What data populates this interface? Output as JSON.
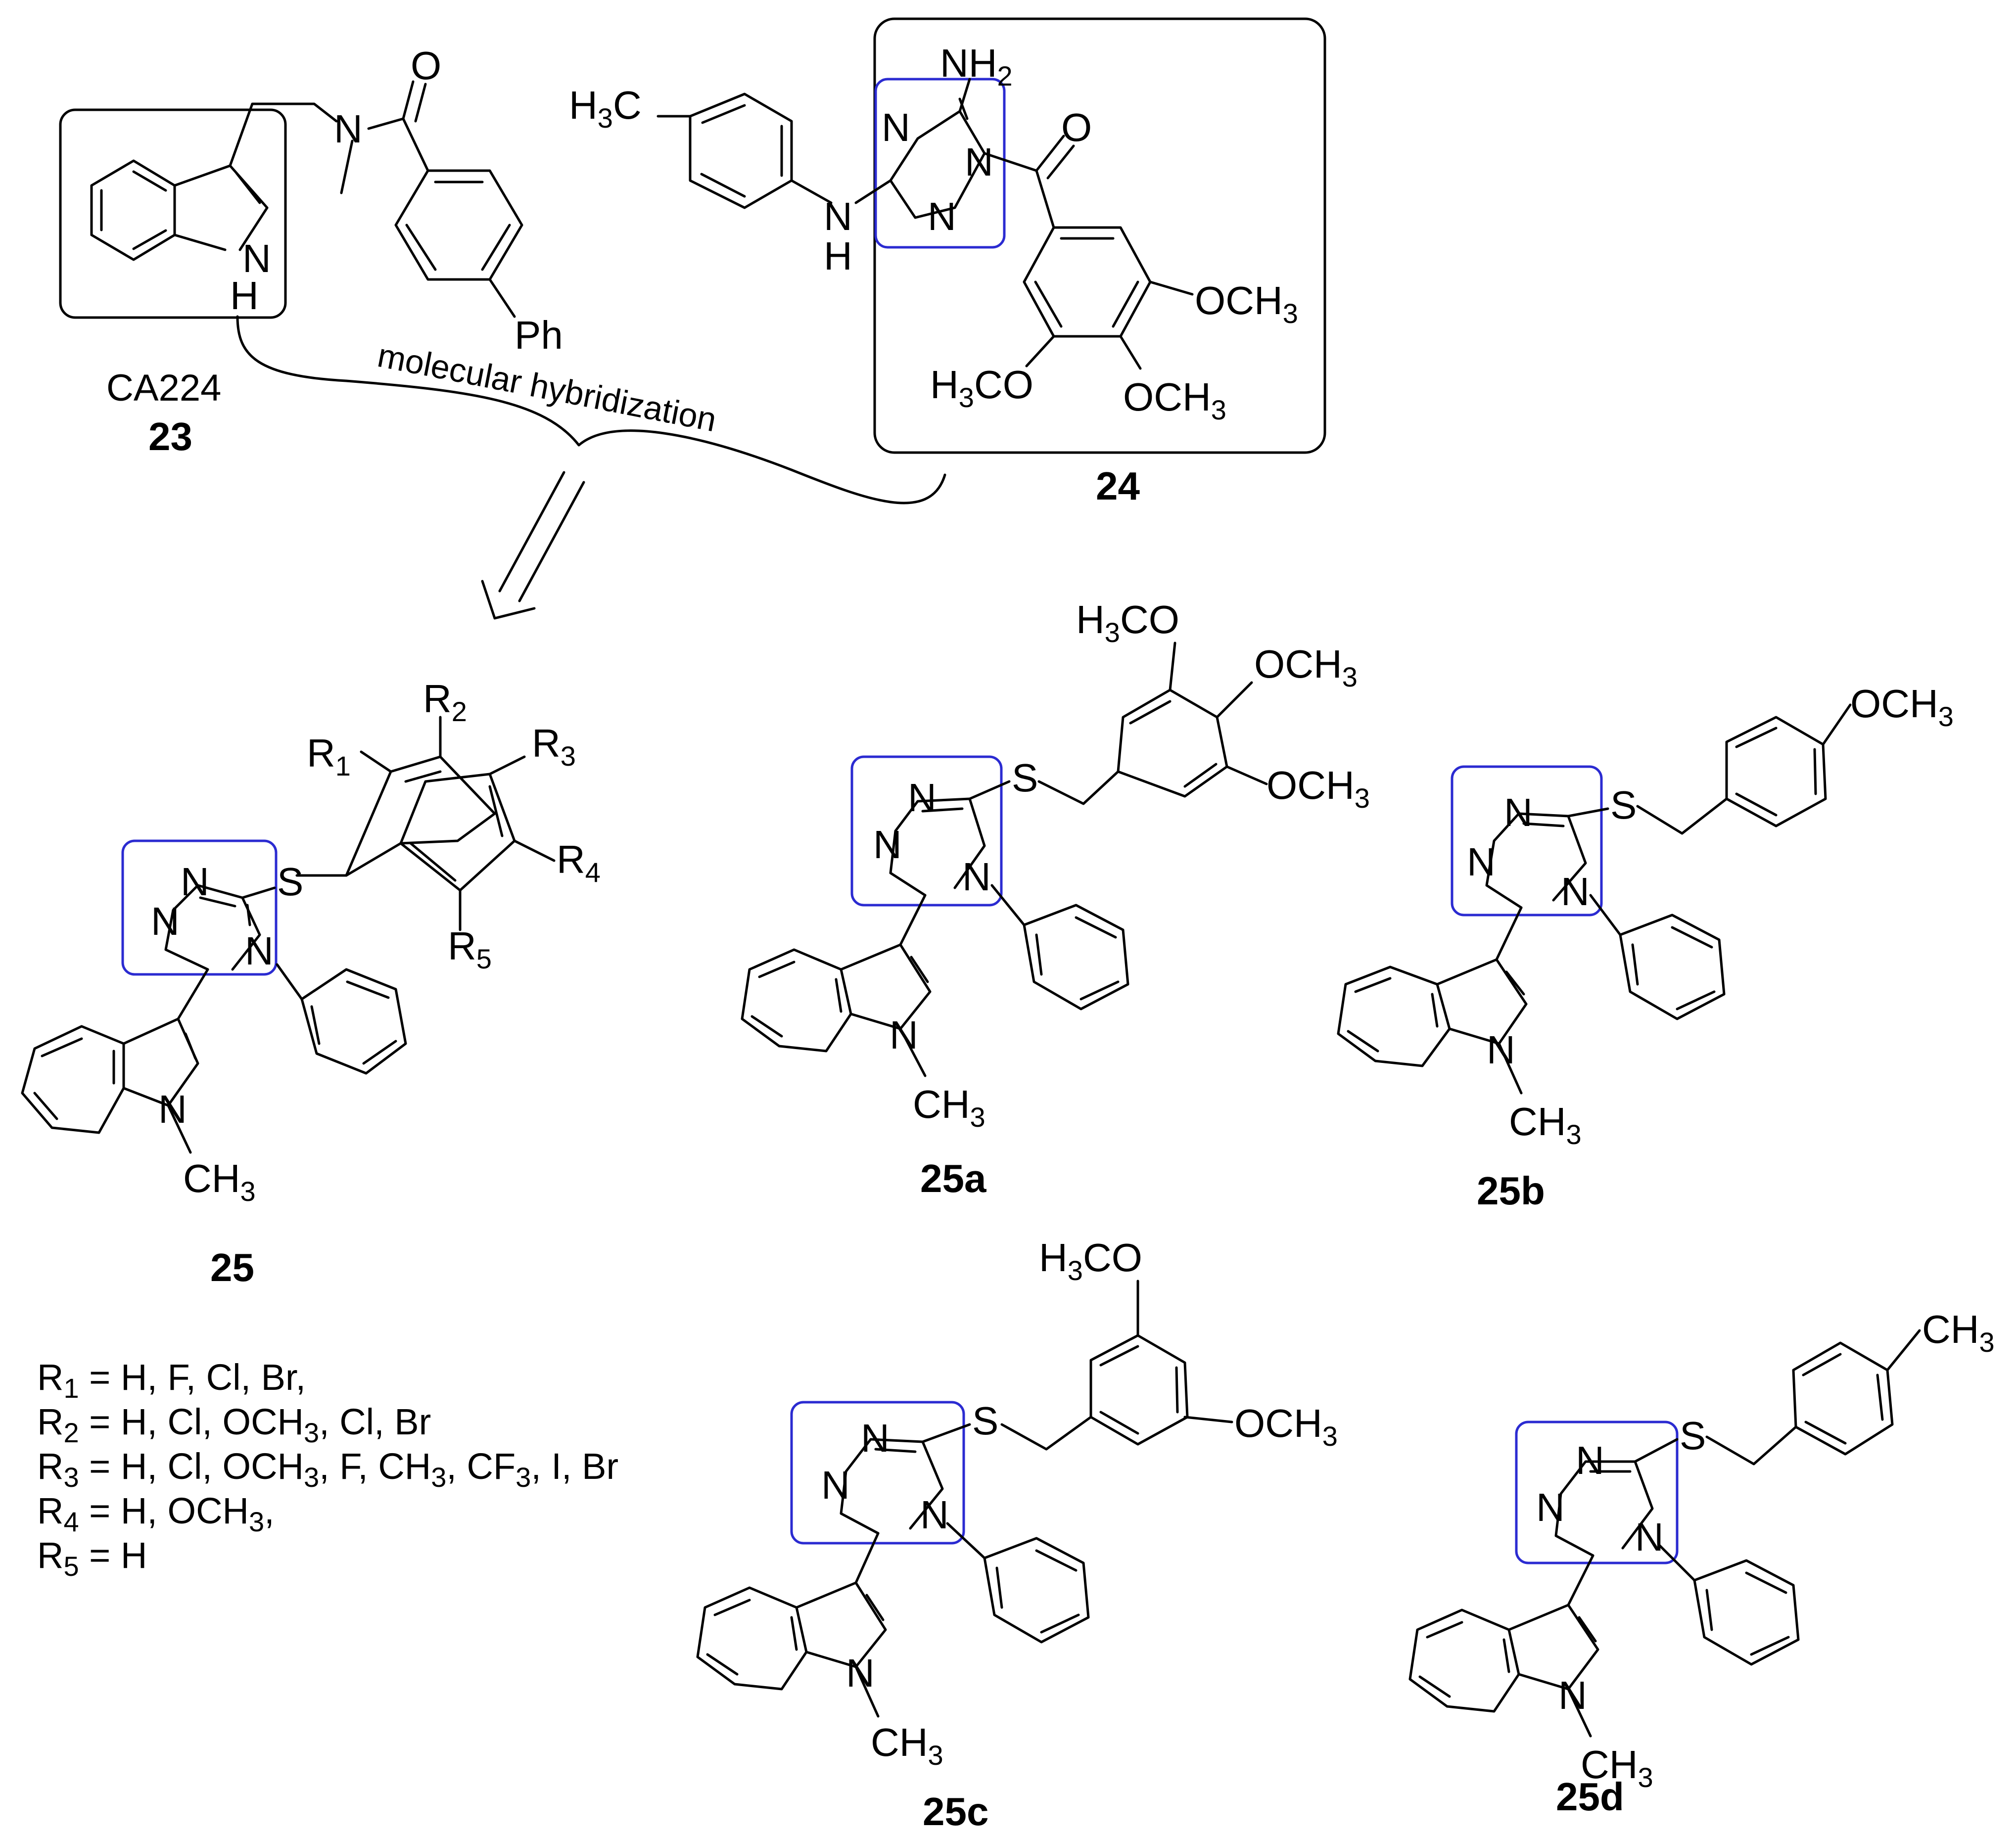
{
  "labels": {
    "ca224": "CA224",
    "n23": "23",
    "n24": "24",
    "n25": "25",
    "n25a": "25a",
    "n25b": "25b",
    "n25c": "25c",
    "n25d": "25d",
    "hybrid": "molecular hybridization"
  },
  "atoms": {
    "N": "N",
    "H": "H",
    "O": "O",
    "S": "S",
    "Ph": "Ph",
    "NH2_main": "NH",
    "NH2_sub": "2",
    "H3C_H": "H",
    "H3C_sub": "3",
    "H3C_C": "C",
    "OCH3_main": "OCH",
    "OCH3_sub": "3",
    "H3CO_H": "H",
    "H3CO_sub": "3",
    "H3CO_CO": "CO",
    "CH3_main": "CH",
    "CH3_sub": "3",
    "R": "R",
    "R1": "1",
    "R2": "2",
    "R3": "3",
    "R4": "4",
    "R5": "5"
  },
  "r_groups": [
    {
      "R": "R",
      "sub": "1",
      "text": " = H, F, Cl, Br,"
    },
    {
      "R": "R",
      "sub": "2",
      "text": " = H, Cl, OCH",
      "sub2": "3",
      "text2": ", Cl, Br"
    },
    {
      "R": "R",
      "sub": "3",
      "text": " = H, Cl, OCH",
      "sub2": "3",
      "text2": ", F, CH",
      "sub3": "3",
      "text3": ", CF",
      "sub4": "3",
      "text4": ", I, Br"
    },
    {
      "R": "R",
      "sub": "4",
      "text": " = H, OCH",
      "sub2": "3",
      "text2": ","
    },
    {
      "R": "R",
      "sub": "5",
      "text": " = H"
    }
  ],
  "colors": {
    "ink": "#000000",
    "triazole_box": "#2b2bd1",
    "fragment_box": "#000000",
    "background": "#ffffff"
  }
}
